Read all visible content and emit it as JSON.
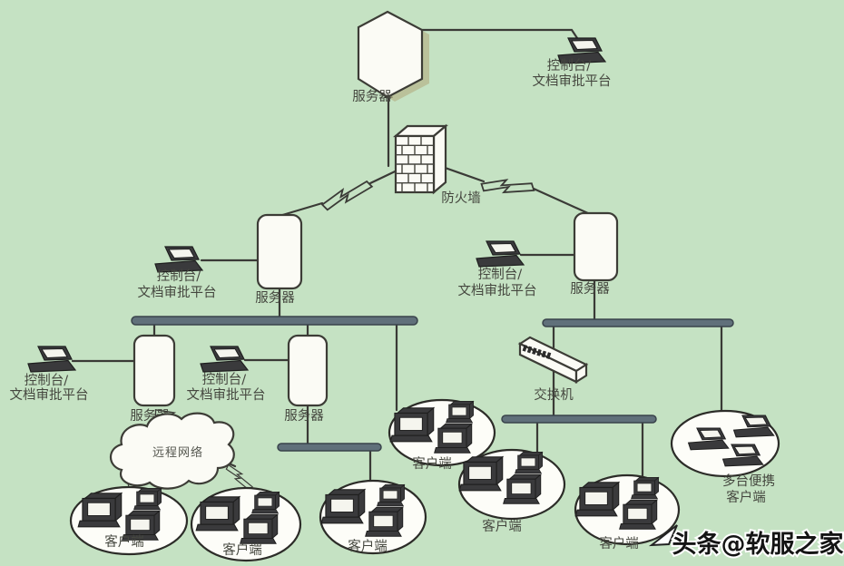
{
  "watermark": "头条@软服之家",
  "labels": {
    "server": "服务器",
    "console_line1": "控制台/",
    "console_line2": "文档审批平台",
    "firewall": "防火墙",
    "switch": "交换机",
    "client": "客户端",
    "cloud_network": "远程网络",
    "portable_clients_line1": "多台便携",
    "portable_clients_line2": "客户端"
  },
  "colors": {
    "background": "#c5e2c3",
    "node_fill": "#fbfbf5",
    "outline": "#3c3c36",
    "bus": "#60707a",
    "device": "#3a3a3c",
    "shadow": "#b6b68c",
    "label_text": "#45473f",
    "watermark_fill": "#141414",
    "watermark_outline": "#ffffff"
  }
}
